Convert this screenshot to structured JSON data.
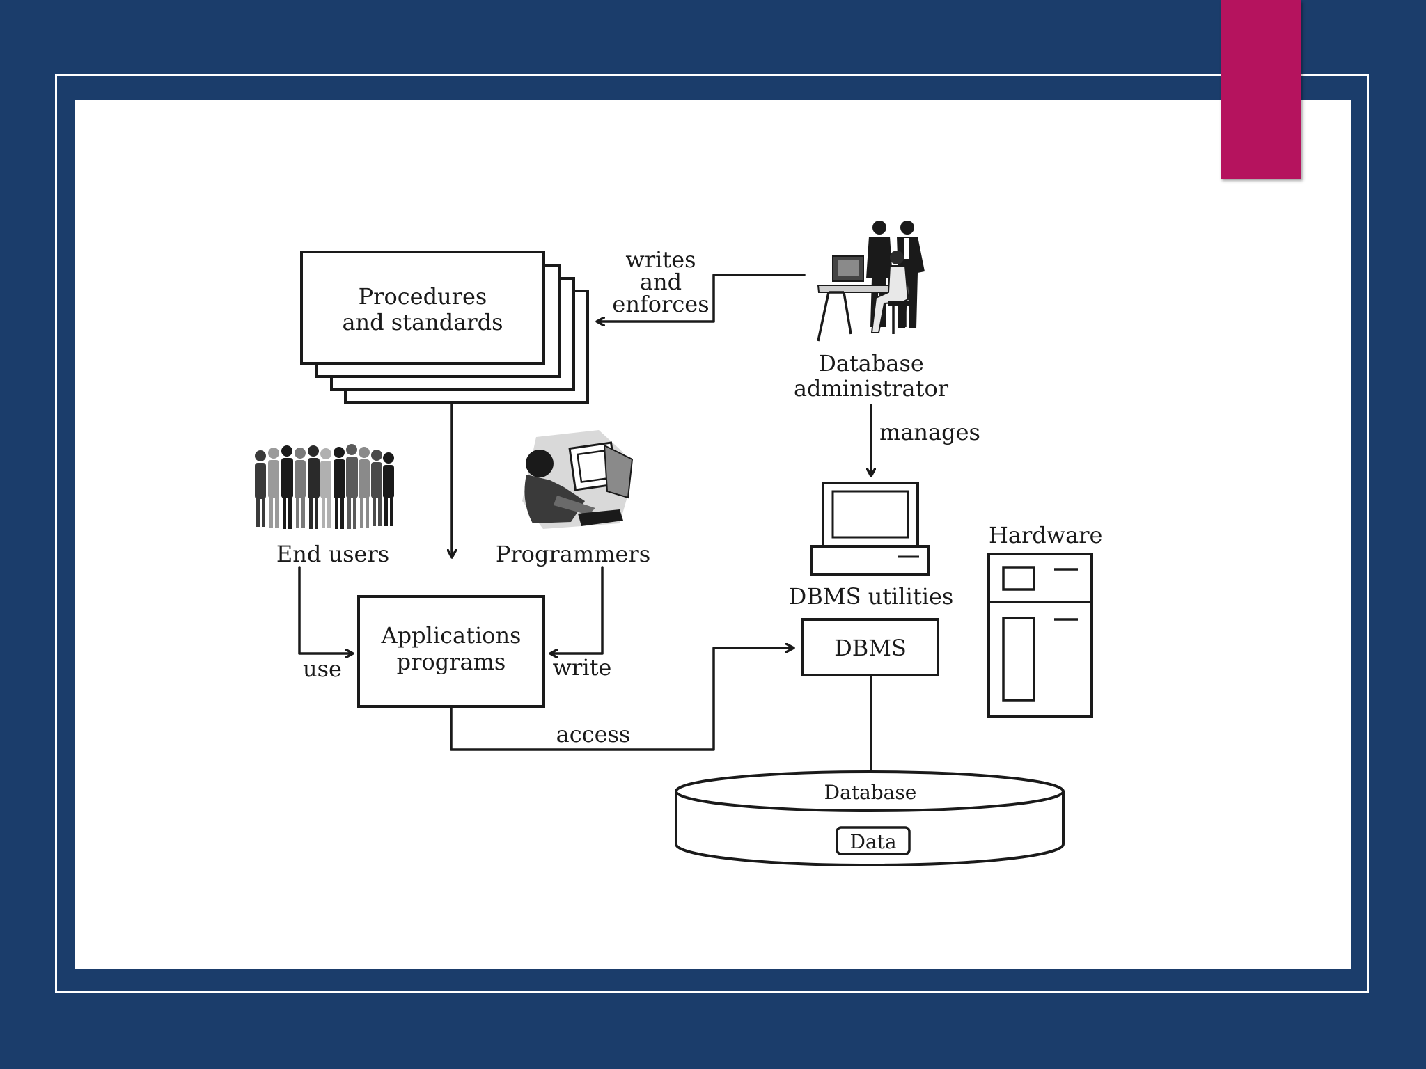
{
  "diagram": {
    "procedures_box": {
      "line1": "Procedures",
      "line2": "and standards"
    },
    "writes_and_enforces": {
      "line1": "writes",
      "line2": "and",
      "line3": "enforces"
    },
    "database_administrator": {
      "line1": "Database",
      "line2": "administrator"
    },
    "manages": "manages",
    "end_users": "End users",
    "programmers": "Programmers",
    "applications_box": {
      "line1": "Applications",
      "line2": "programs"
    },
    "use": "use",
    "write": "write",
    "access": "access",
    "dbms_utilities": "DBMS utilities",
    "dbms": "DBMS",
    "hardware": "Hardware",
    "database": "Database",
    "data": "Data"
  },
  "colors": {
    "background": "#1b3d6b",
    "panel": "#ffffff",
    "accent": "#b5135e"
  }
}
